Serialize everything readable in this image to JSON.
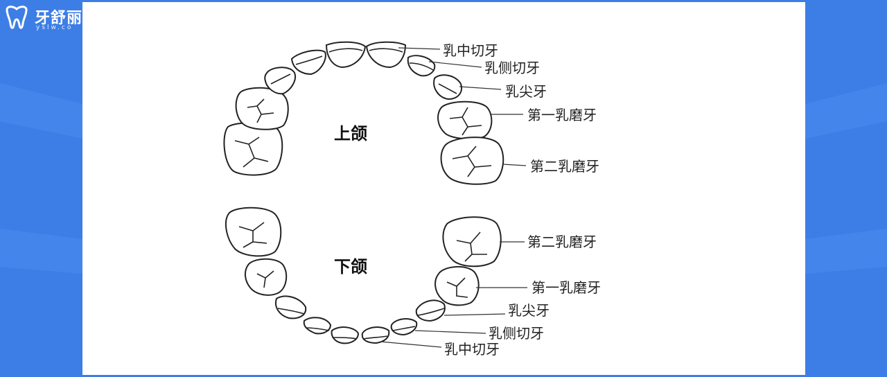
{
  "logo": {
    "title": "牙舒丽",
    "subtitle": "yslw.co",
    "icon": "tooth-logo-icon"
  },
  "colors": {
    "background": "#3d7ee6",
    "panel": "#ffffff",
    "line": "#222222"
  },
  "diagram": {
    "upper_jaw": {
      "title": "上颌",
      "labels": [
        "乳中切牙",
        "乳侧切牙",
        "乳尖牙",
        "第一乳磨牙",
        "第二乳磨牙"
      ]
    },
    "lower_jaw": {
      "title": "下颌",
      "labels": [
        "第二乳磨牙",
        "第一乳磨牙",
        "乳尖牙",
        "乳侧切牙",
        "乳中切牙"
      ]
    }
  }
}
